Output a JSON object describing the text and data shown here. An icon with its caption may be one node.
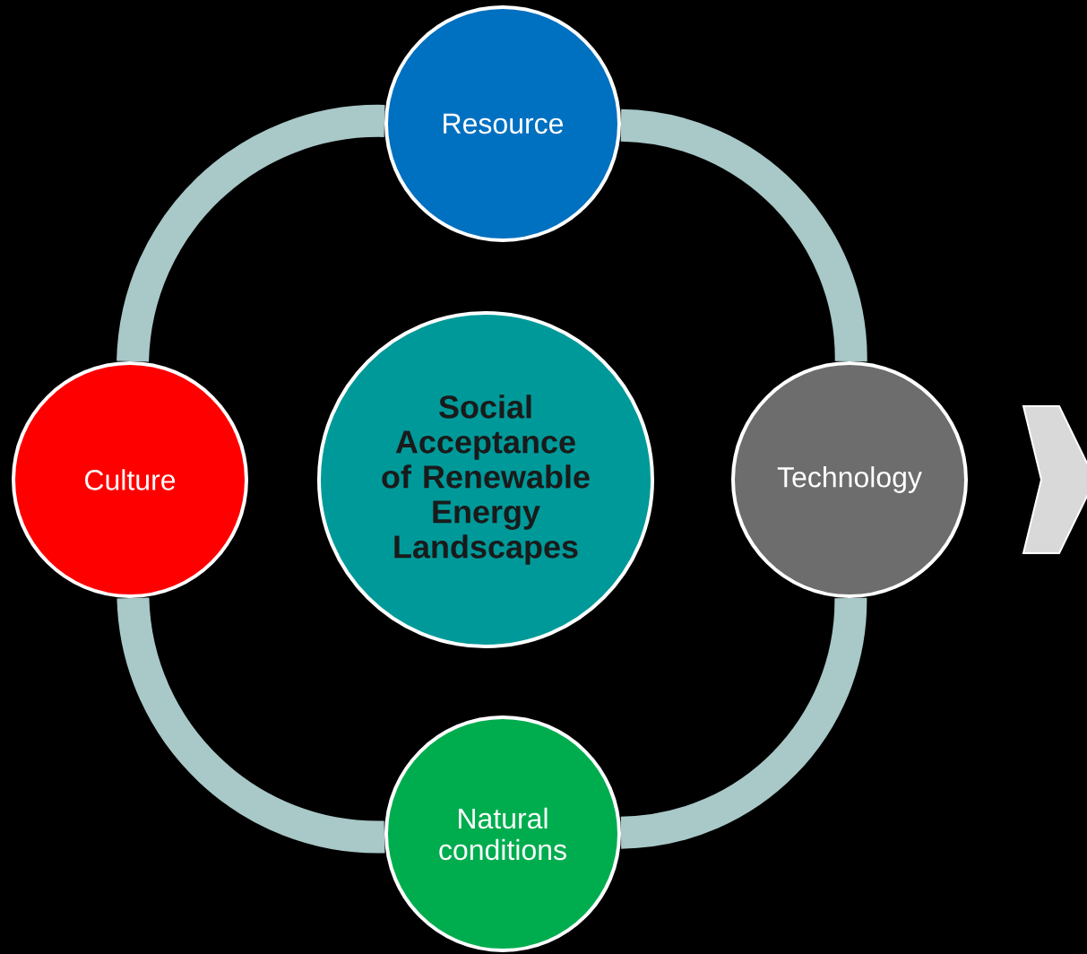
{
  "diagram": {
    "nodes": [
      {
        "text": [
          "Resource"
        ]
      },
      {
        "text": [
          "Culture"
        ]
      },
      {
        "text": [
          "Social Acceptance of Renewable Energy Landscapes"
        ]
      },
      {
        "text": [
          "Technology"
        ]
      },
      {
        "text": [
          "Natural conditions"
        ]
      }
    ],
    "edges": [
      {
        "from": 0,
        "to": 3,
        "arrow": "none"
      },
      {
        "from": 3,
        "to": 4,
        "arrow": "none"
      },
      {
        "from": 4,
        "to": 1,
        "arrow": "none"
      },
      {
        "from": 1,
        "to": 0,
        "arrow": "none"
      }
    ]
  }
}
